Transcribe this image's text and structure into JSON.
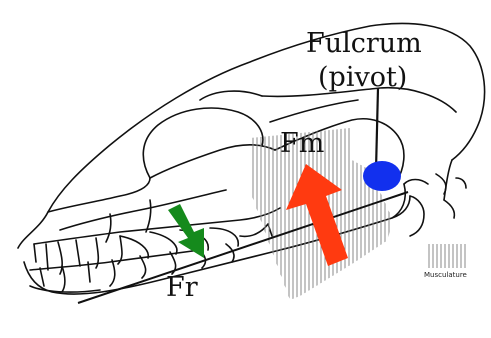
{
  "labels": {
    "fulcrum_line1": "Fulcrum",
    "fulcrum_line2": "(pivot)",
    "muscle_force": "Fm",
    "resistance_force": "Fr",
    "legend": "Musculature"
  },
  "colors": {
    "outline": "#111111",
    "muscle_arrow": "#ff3a10",
    "resistance_arrow": "#158a1c",
    "pivot": "#1230ee",
    "hatch": "#8a8a8a"
  }
}
